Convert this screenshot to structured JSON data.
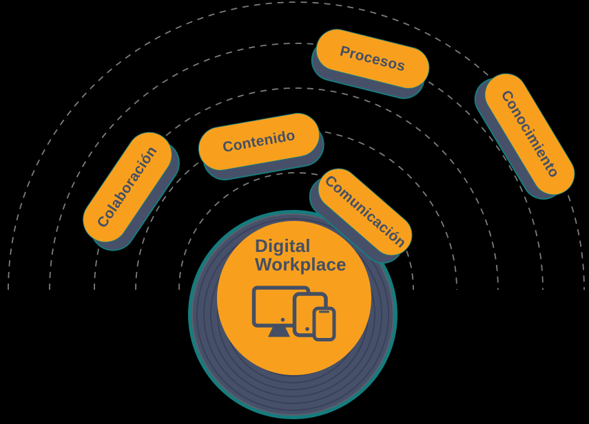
{
  "diagram": {
    "title": "Digital Workplace",
    "center": {
      "title_line1": "Digital",
      "title_line2": "Workplace",
      "icon": "devices-icon"
    },
    "pills": [
      {
        "id": "colaboracion",
        "label": "Colaboración"
      },
      {
        "id": "contenido",
        "label": "Contenido"
      },
      {
        "id": "procesos",
        "label": "Procesos"
      },
      {
        "id": "comunicacion",
        "label": "Comunicación"
      },
      {
        "id": "conocimiento",
        "label": "Conocimiento"
      }
    ],
    "colors": {
      "orange": "#F8A01E",
      "slate": "#475069",
      "teal": "#167C7E",
      "text": "#454F63",
      "dash": "#7D7D7D",
      "background": "#000000"
    }
  }
}
